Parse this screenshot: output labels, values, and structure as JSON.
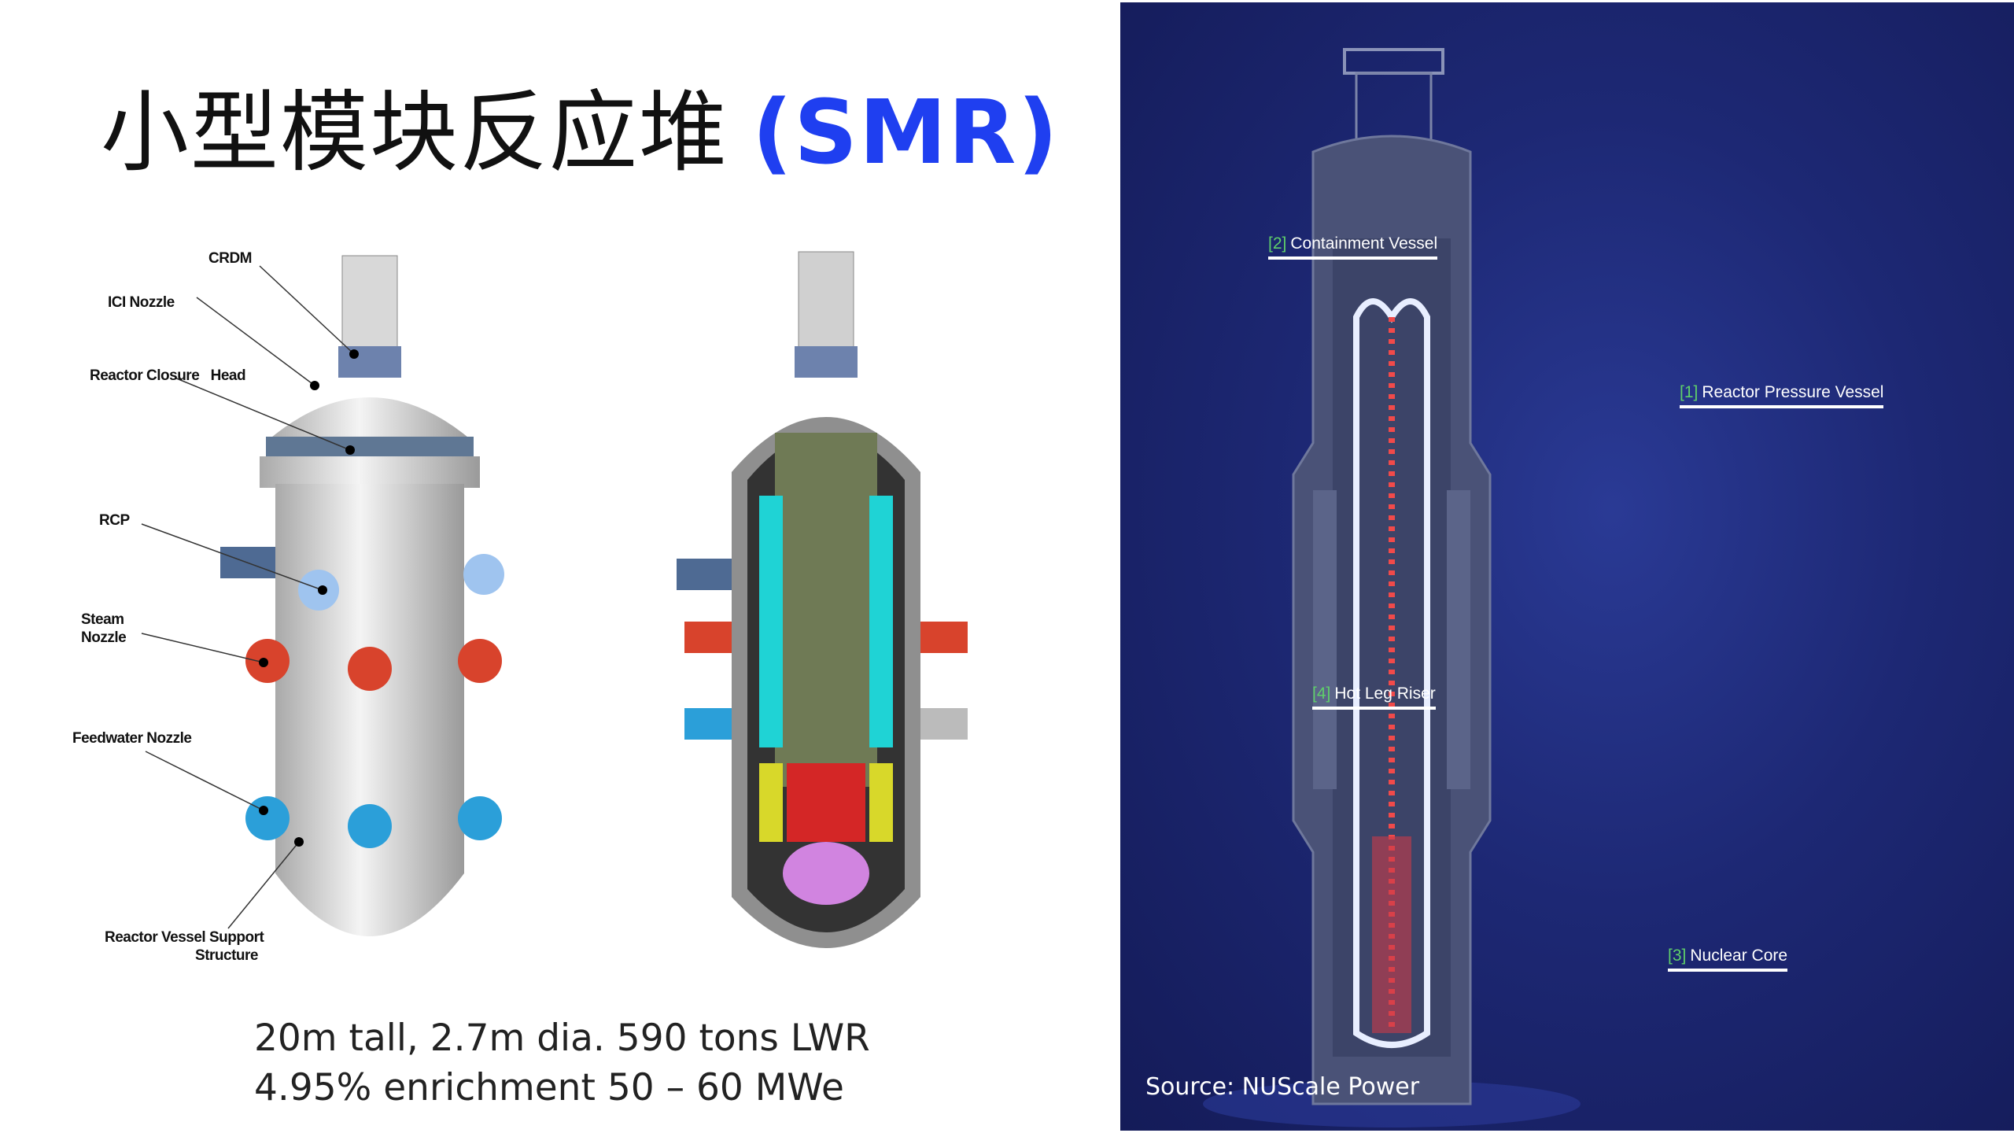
{
  "title": {
    "chinese": "小型模块反应堆",
    "acronym": "(SMR)"
  },
  "left_diagram": {
    "labels": {
      "crdm": "CRDM",
      "ici_nozzle": "ICI Nozzle",
      "closure_head": "Reactor Closure   Head",
      "rcp": "RCP",
      "steam_nozzle_1": "Steam",
      "steam_nozzle_2": "Nozzle",
      "feedwater_nozzle": "Feedwater Nozzle",
      "support_1": "Reactor Vessel Support",
      "support_2": "Structure"
    }
  },
  "caption": {
    "line1": "20m tall, 2.7m dia. 590 tons LWR",
    "line2": "4.95%  enrichment 50 – 60 MWe"
  },
  "right_diagram": {
    "labels": [
      {
        "num": "[2]",
        "text": "Containment Vessel"
      },
      {
        "num": "[1]",
        "text": "Reactor Pressure Vessel"
      },
      {
        "num": "[4]",
        "text": "Hot Leg Riser"
      },
      {
        "num": "[3]",
        "text": "Nuclear Core"
      }
    ],
    "source": "Source: NUScale Power"
  },
  "colors": {
    "accent": "#1f3ff0",
    "panel": "#1d2874",
    "label_num": "#5fcf6a"
  }
}
